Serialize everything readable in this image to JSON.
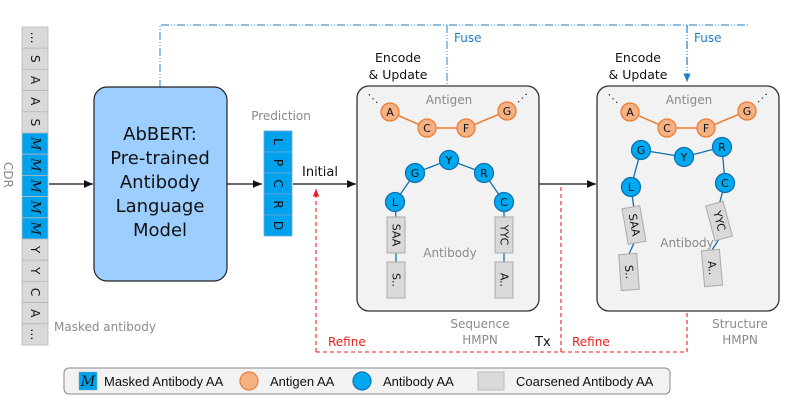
{
  "colors": {
    "masked_blue": "#00a2ee",
    "abbert_fill": "#9ccfff",
    "antigen_fill": "#f5b183",
    "antigen_stroke": "#ed7d31",
    "antibody_fill": "#00a8f0",
    "antibody_stroke": "#1070b0",
    "coarse_fill": "#d9d9d9",
    "hmpn_fill": "#f2f2f2",
    "fuse_blue": "#1f7fc4",
    "refine_red": "#ee1c1c"
  },
  "input": {
    "sequence": [
      "…",
      "S",
      "A",
      "A",
      "S",
      "M",
      "M",
      "M",
      "M",
      "M",
      "Y",
      "Y",
      "C",
      "A",
      "…"
    ],
    "masked_indices": [
      5,
      6,
      7,
      8,
      9
    ],
    "cdr_label": "CDR",
    "caption": "Masked antibody"
  },
  "abbert": {
    "lines": [
      "AbBERT:",
      "Pre-trained",
      "Antibody",
      "Language",
      "Model"
    ]
  },
  "prediction": {
    "label": "Prediction",
    "tokens": [
      "L",
      "P",
      "C",
      "R",
      "D"
    ]
  },
  "labels": {
    "initial": "Initial",
    "fuse": "Fuse",
    "encode_line1": "Encode",
    "encode_line2": "& Update",
    "refine": "Refine",
    "tx": "Tx",
    "ellipsis": "⋱"
  },
  "sequence_hmpn": {
    "caption_line1": "Sequence",
    "caption_line2": "HMPN",
    "antigen_label": "Antigen",
    "antibody_label": "Antibody",
    "antigen_nodes": [
      "A",
      "C",
      "F",
      "G"
    ],
    "antibody_nodes": [
      "L",
      "G",
      "Y",
      "R",
      "C"
    ],
    "coarse_left": [
      "SAA",
      "S.."
    ],
    "coarse_right": [
      "YYC",
      "A.."
    ]
  },
  "structure_hmpn": {
    "caption_line1": "Structure",
    "caption_line2": "HMPN",
    "antigen_label": "Antigen",
    "antibody_label": "Antibody",
    "antigen_nodes": [
      "A",
      "C",
      "F",
      "G"
    ],
    "antibody_nodes": [
      "L",
      "G",
      "Y",
      "R",
      "C"
    ],
    "coarse_left": [
      "SAA",
      "S.."
    ],
    "coarse_right": [
      "YYC",
      "A.."
    ]
  },
  "legend": {
    "items": [
      {
        "symbol": "M",
        "label": "Masked Antibody AA"
      },
      {
        "label": "Antigen AA"
      },
      {
        "label": "Antibody AA"
      },
      {
        "label": "Coarsened Antibody AA"
      }
    ]
  }
}
